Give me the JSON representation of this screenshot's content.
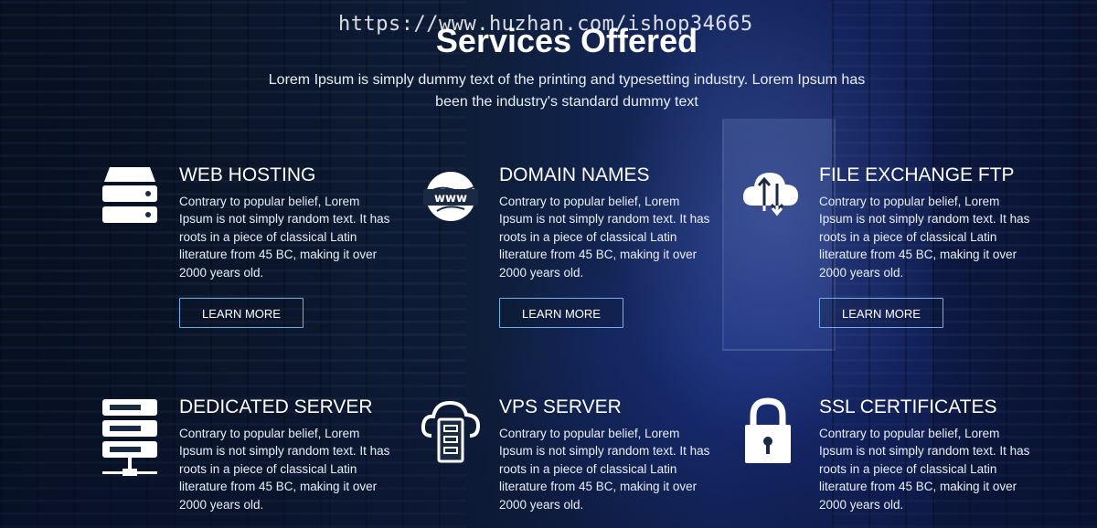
{
  "watermark": "https://www.huzhan.com/ishop34665",
  "section": {
    "title": "Services Offered",
    "subtitle": "Lorem Ipsum is simply dummy text of the printing and typesetting industry. Lorem Ipsum has been the industry's standard dummy text"
  },
  "services": [
    {
      "title": "WEB HOSTING",
      "desc": "Contrary to popular belief, Lorem Ipsum is not simply random text. It has roots in a piece of classical Latin literature from 45 BC, making it over 2000 years old.",
      "button": "LEARN MORE",
      "icon": "server-stack-icon"
    },
    {
      "title": "DOMAIN NAMES",
      "desc": "Contrary to popular belief, Lorem Ipsum is not simply random text. It has roots in a piece of classical Latin literature from 45 BC, making it over 2000 years old.",
      "button": "LEARN MORE",
      "icon": "www-globe-icon",
      "icon_text": "www"
    },
    {
      "title": "FILE EXCHANGE FTP",
      "desc": "Contrary to popular belief, Lorem Ipsum is not simply random text. It has roots in a piece of classical Latin literature from 45 BC, making it over 2000 years old.",
      "button": "LEARN MORE",
      "icon": "cloud-transfer-icon"
    },
    {
      "title": "DEDICATED SERVER",
      "desc": "Contrary to popular belief, Lorem Ipsum is not simply random text. It has roots in a piece of classical Latin literature from 45 BC, making it over 2000 years old.",
      "icon": "network-server-icon"
    },
    {
      "title": "VPS SERVER",
      "desc": "Contrary to popular belief, Lorem Ipsum is not simply random text. It has roots in a piece of classical Latin literature from 45 BC, making it over 2000 years old.",
      "icon": "cloud-server-icon"
    },
    {
      "title": "SSL CERTIFICATES",
      "desc": "Contrary to popular belief, Lorem Ipsum is not simply random text. It has roots in a piece of classical Latin literature from 45 BC, making it over 2000 years old.",
      "icon": "padlock-icon"
    }
  ],
  "colors": {
    "button_border": "#6fb0e8",
    "text": "#ffffff",
    "bg_dark": "#0a1424",
    "bg_blue": "#1f3a8a"
  }
}
